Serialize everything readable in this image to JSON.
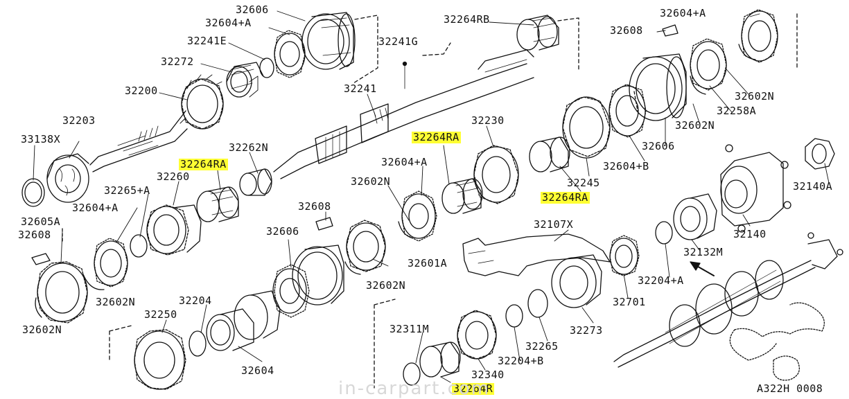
{
  "colors": {
    "highlight": "#ffff33",
    "ink": "#111111",
    "watermark": "#d8d8d8"
  },
  "diagram_code": "A322H 0008",
  "watermark": "in-carpart.com",
  "labels": {
    "p32606_top": "32606",
    "p32604A_top": "32604+A",
    "p32241E": "32241E",
    "p32272": "32272",
    "p32200": "32200",
    "p32203": "32203",
    "p33138X": "33138X",
    "p32264RB": "32264RB",
    "p32241G": "32241G",
    "p32241": "32241",
    "p32262N": "32262N",
    "p32264RA_left": "32264RA",
    "p32260": "32260",
    "p32265A": "32265+A",
    "p32604A_left": "32604+A",
    "p32605A": "32605A",
    "p32608_left": "32608",
    "p32602N_mid": "32602N",
    "p32602N_bl": "32602N",
    "p32264RA_mid": "32264RA",
    "p32230": "32230",
    "p32604A_mid": "32604+A",
    "p32602N_mid2": "32602N",
    "p32608_mid": "32608",
    "p32606_mid": "32606",
    "p32601A": "32601A",
    "p32602N_low": "32602N",
    "p32204": "32204",
    "p32250": "32250",
    "p32604": "32604",
    "p32107X": "32107X",
    "p32245": "32245",
    "p32264RA_right": "32264RA",
    "p32604A_tr": "32604+A",
    "p32608_tr": "32608",
    "p32602N_tr": "32602N",
    "p32258A": "32258A",
    "p32602N_tr2": "32602N",
    "p32606_tr": "32606",
    "p32604B": "32604+B",
    "p32140A": "32140A",
    "p32140": "32140",
    "p32132M": "32132M",
    "p32204A": "32204+A",
    "p32701": "32701",
    "p32273": "32273",
    "p32265": "32265",
    "p32204B": "32204+B",
    "p32340": "32340",
    "p32311M": "32311M",
    "p32264R": "32264R"
  }
}
